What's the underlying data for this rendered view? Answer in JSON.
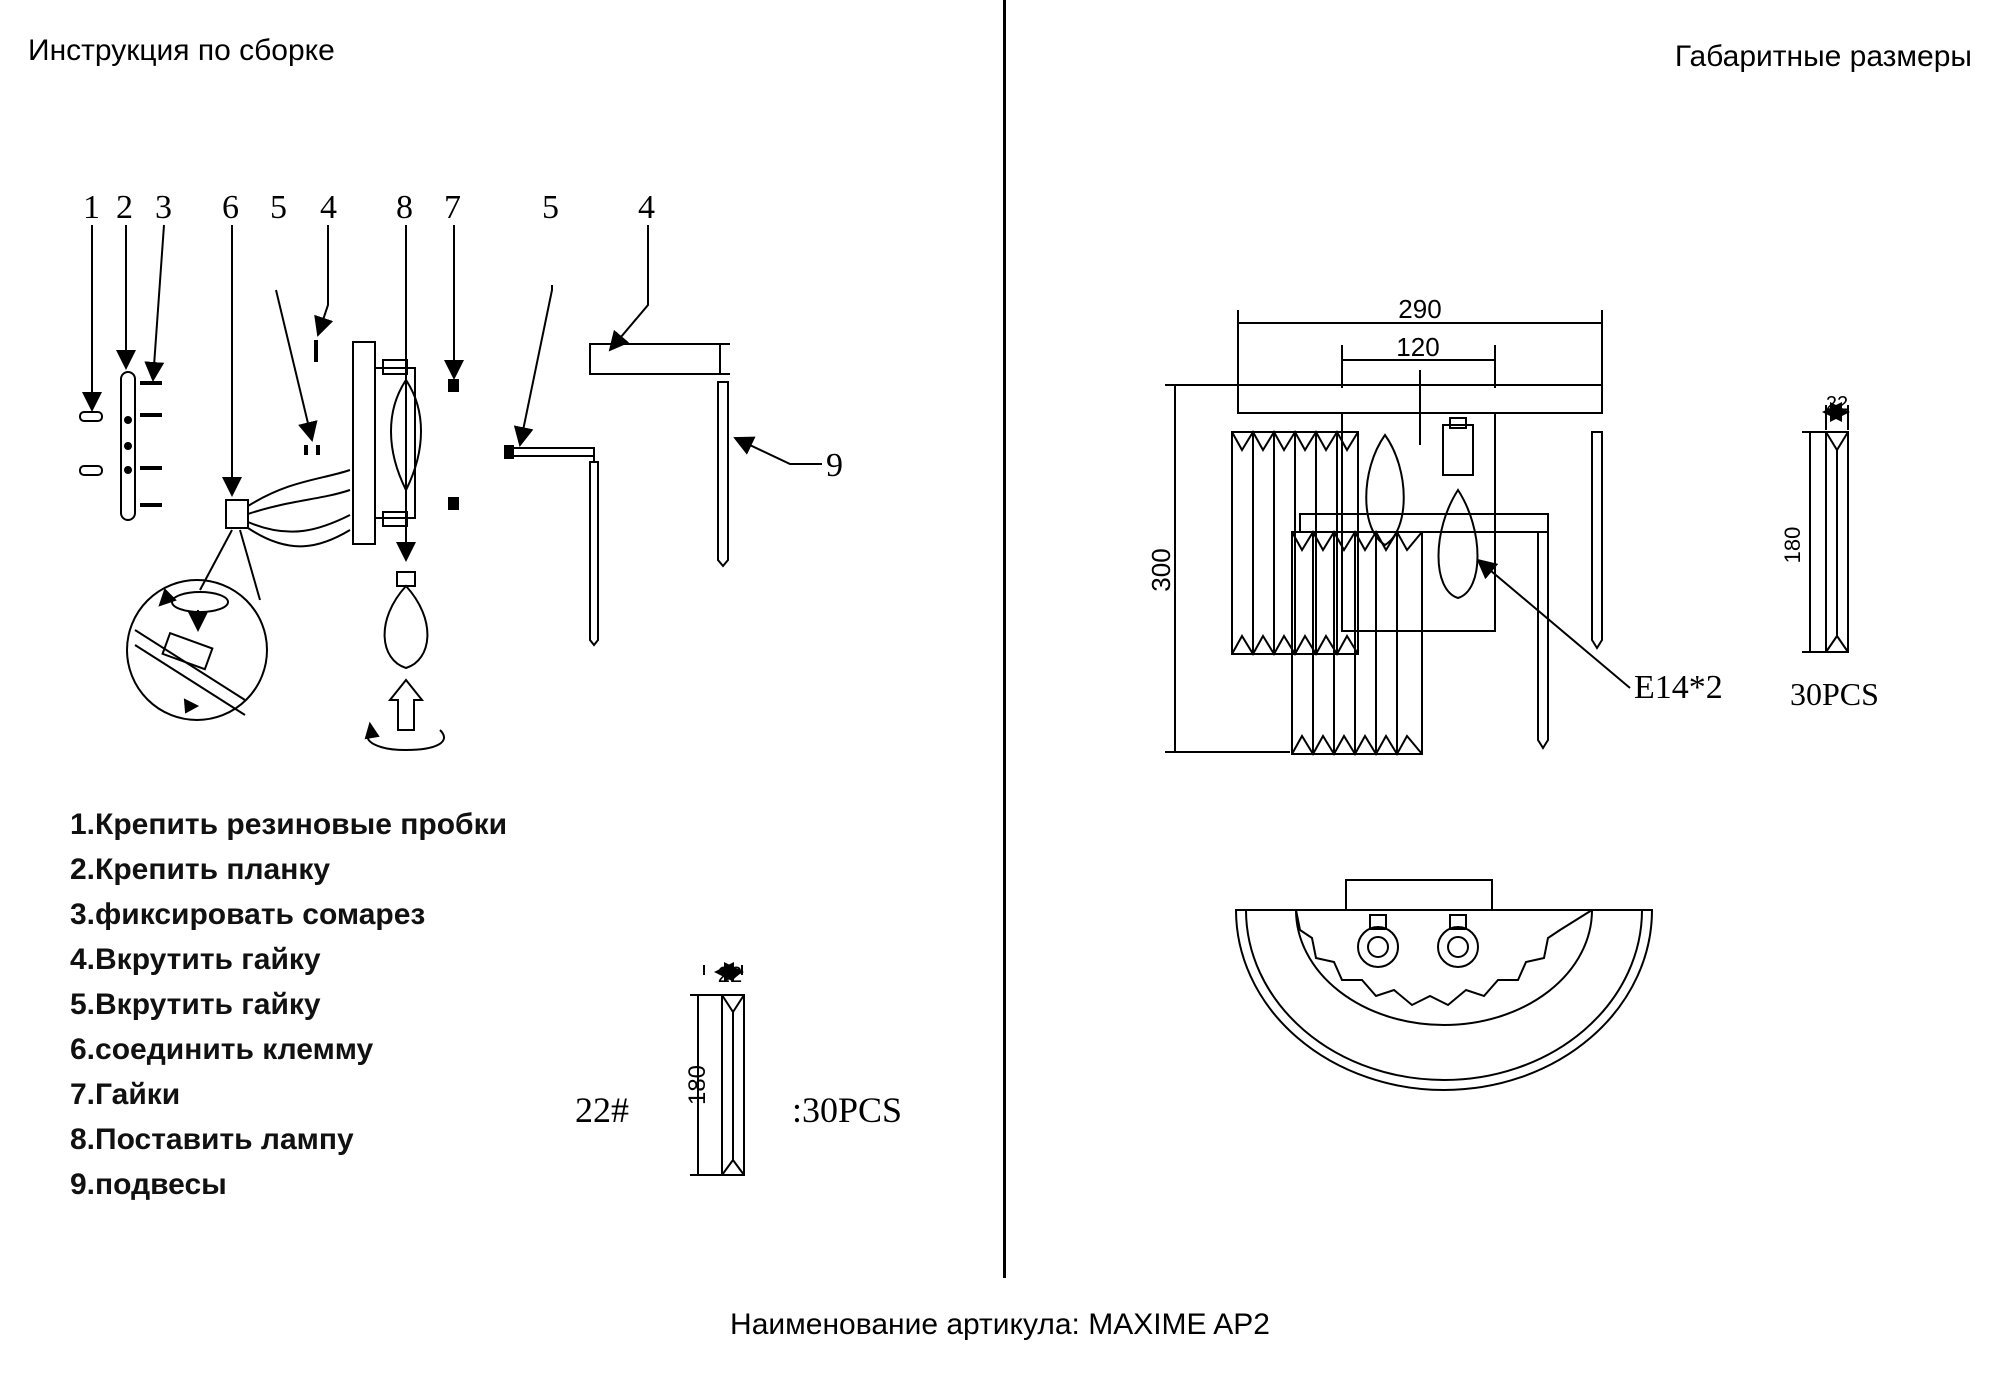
{
  "header": {
    "left_title": "Инструкция по сборке",
    "right_title": "Габаритные размеры"
  },
  "footer": {
    "article": "Наименование артикула: MAXIME AP2"
  },
  "assembly": {
    "callouts": [
      "1",
      "2",
      "3",
      "6",
      "5",
      "4",
      "8",
      "7",
      "5",
      "4",
      "9"
    ],
    "steps": [
      "1.Крепить резиновые пробки",
      "2.Крепить планку",
      "3.фиксировать сомарез",
      "4.Вкрутить гайку",
      "5.Вкрутить гайку",
      "6.соединить клемму",
      "7.Гайки",
      "8.Поставить лампу",
      "9.подвесы"
    ],
    "pendant": {
      "width": "22",
      "height": "180",
      "code": "22#",
      "count": ":30PCS"
    }
  },
  "dimensions": {
    "overall_width": "290",
    "mount_width": "120",
    "height": "300",
    "lamp": "E14*2",
    "pendant_width": "22",
    "pendant_height": "180",
    "pendant_count": "30PCS"
  },
  "colors": {
    "line": "#000000",
    "background": "#ffffff"
  }
}
